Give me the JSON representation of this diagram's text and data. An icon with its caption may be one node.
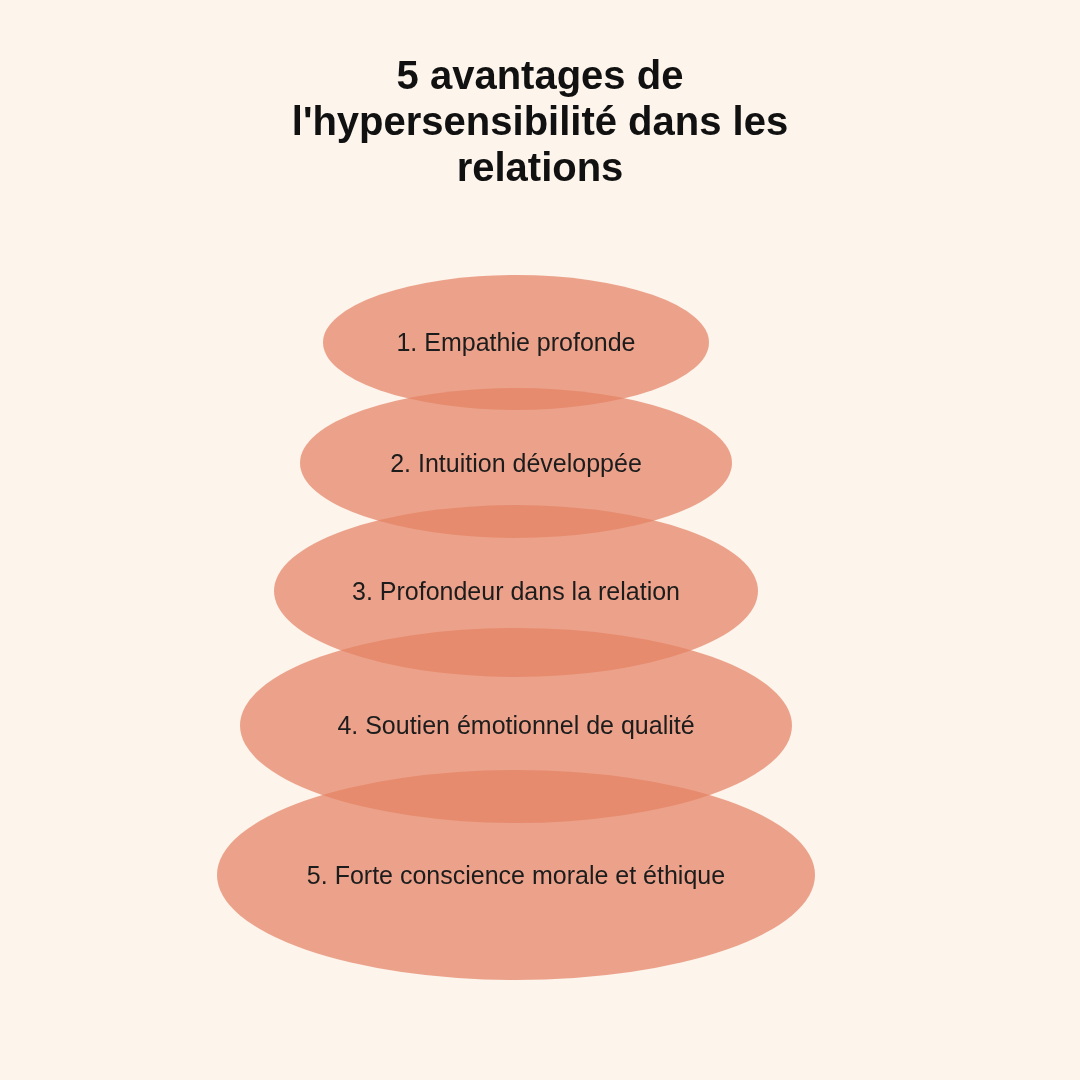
{
  "diagram": {
    "title": "5 avantages de l'hypersensibilité dans les relations",
    "nodes": [
      {
        "text": [
          "1. Empathie profonde"
        ]
      },
      {
        "text": [
          "2. Intuition développée"
        ]
      },
      {
        "text": [
          "3. Profondeur dans la relation"
        ]
      },
      {
        "text": [
          "4. Soutien émotionnel de qualité"
        ]
      },
      {
        "text": [
          "5. Forte conscience morale et éthique"
        ]
      }
    ],
    "edges": []
  }
}
